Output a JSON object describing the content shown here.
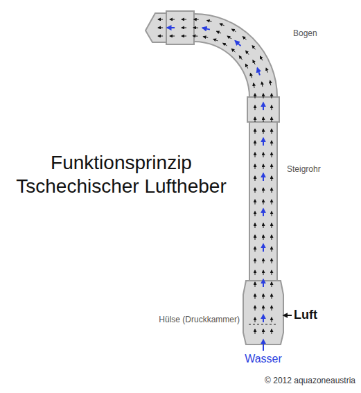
{
  "diagram": {
    "title": "Funktionsprinzip Tschechischer Luftheber",
    "labels": [
      "Bogen",
      "Steigrohr",
      "Hülse (Druckkammer)",
      "Luft",
      "Wasser",
      "© 2012 aquazoneaustria"
    ]
  }
}
